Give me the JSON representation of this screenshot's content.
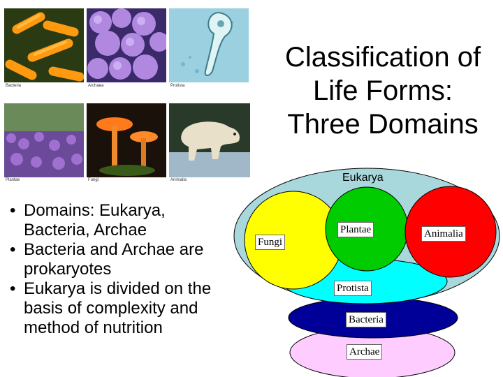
{
  "title": {
    "line1": "Classification of",
    "line2": "Life Forms:",
    "line3": "Three Domains"
  },
  "photos": [
    {
      "caption": "Bacteria",
      "icon": "bacteria-photo"
    },
    {
      "caption": "Archaea",
      "icon": "archaea-photo"
    },
    {
      "caption": "Protista",
      "icon": "protista-photo"
    },
    {
      "caption": "Plantae",
      "icon": "plantae-photo"
    },
    {
      "caption": "Fungi",
      "icon": "fungi-photo"
    },
    {
      "caption": "Animalia",
      "icon": "animalia-photo"
    }
  ],
  "bullets": [
    "Domains: Eukarya, Bacteria, Archae",
    "Bacteria and Archae are prokaryotes",
    "Eukarya is divided on the basis of complexity and method of nutrition"
  ],
  "diagram": {
    "eukarya": "Eukarya",
    "fungi": "Fungi",
    "plantae": "Plantae",
    "animalia": "Animalia",
    "protista": "Protista",
    "bacteria": "Bacteria",
    "archae": "Archae",
    "colors": {
      "eukarya": "#a8d8dc",
      "fungi": "#ffff00",
      "plantae": "#00cc00",
      "animalia": "#ff0000",
      "protista": "#00ffff",
      "bacteria": "#000099",
      "archae": "#ffccff"
    }
  }
}
